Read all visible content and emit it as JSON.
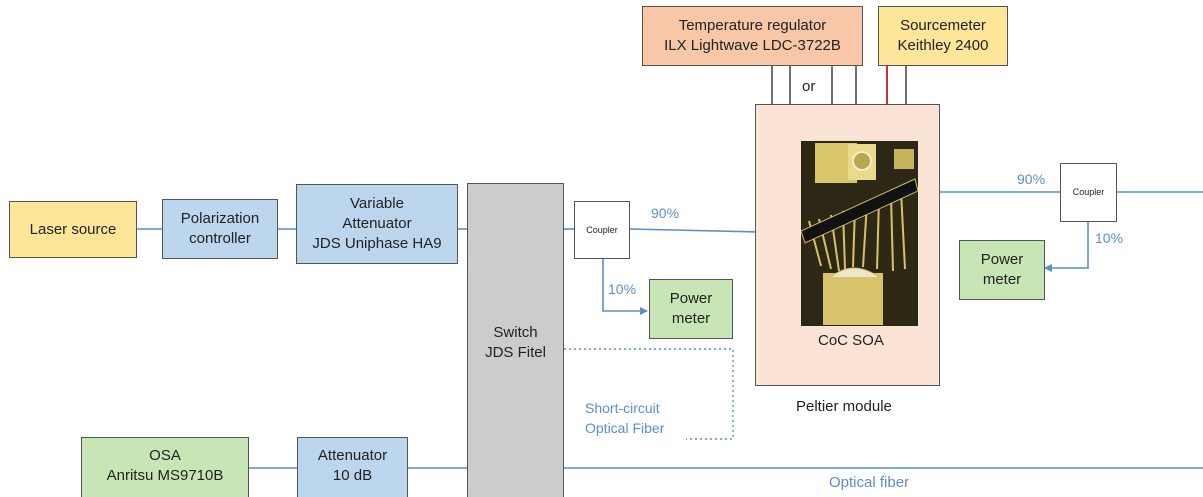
{
  "diagram": {
    "laser_source": "Laser source",
    "polarization": [
      "Polarization",
      "controller"
    ],
    "variable_attenuator": [
      "Variable",
      "Attenuator",
      "JDS Uniphase HA9"
    ],
    "switch": [
      "Switch",
      "JDS Fitel"
    ],
    "coupler_left": "Coupler",
    "coupler_right": "Coupler",
    "power_meter_left": [
      "Power",
      "meter"
    ],
    "power_meter_right": [
      "Power",
      "meter"
    ],
    "temp_regulator": [
      "Temperature regulator",
      "ILX Lightwave LDC-3722B"
    ],
    "sourcemeter": [
      "Sourcemeter",
      "Keithley 2400"
    ],
    "or_label": "or",
    "coc_soa": "CoC SOA",
    "peltier_module": "Peltier module",
    "pct_90_left": "90%",
    "pct_10_left": "10%",
    "pct_90_right": "90%",
    "pct_10_right": "10%",
    "short_circuit": [
      "Short-circuit",
      "Optical Fiber"
    ],
    "osa": [
      "OSA",
      "Anritsu MS9710B"
    ],
    "attenuator_10db": [
      "Attenuator",
      "10 dB"
    ],
    "optical_fiber": "Optical fiber"
  },
  "colors": {
    "fiber": "#5b8fc9",
    "laser_fill": "#fde59a",
    "optics_fill": "#bcd6ee",
    "meter_fill": "#c7e5b5",
    "switch_fill": "#cccccc",
    "regulator_fill": "#f8c7a8",
    "peltier_fill": "#fbe3d6",
    "probe_line": "#c00000"
  }
}
